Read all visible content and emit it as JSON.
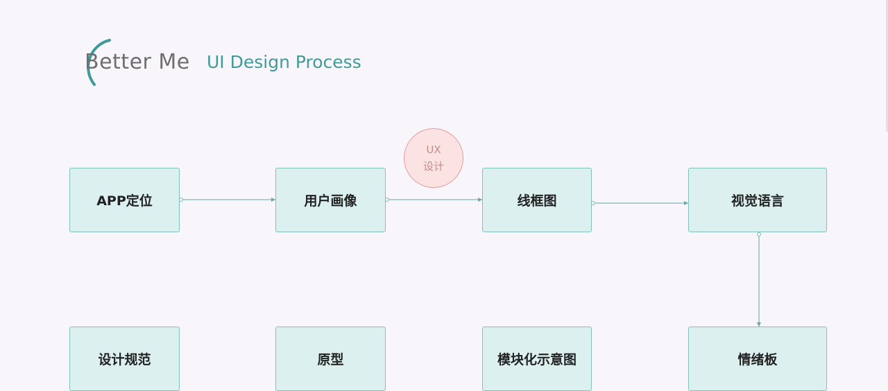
{
  "header": {
    "brand": "Better Me",
    "subtitle": "UI Design Process"
  },
  "badge": {
    "line1": "UX",
    "line2": "设计"
  },
  "nodes": [
    "APP定位",
    "用户画像",
    "线框图",
    "视觉语言",
    "设计规范",
    "原型",
    "模块化示意图",
    "情绪板"
  ],
  "colors": {
    "node_fill": "#dcf1ef",
    "node_border": "#7fc2bd",
    "connector": "#7fb8b4",
    "accent_title": "#3f9a9a",
    "badge_fill": "#fbe3e3",
    "badge_border": "#e59b9b"
  }
}
